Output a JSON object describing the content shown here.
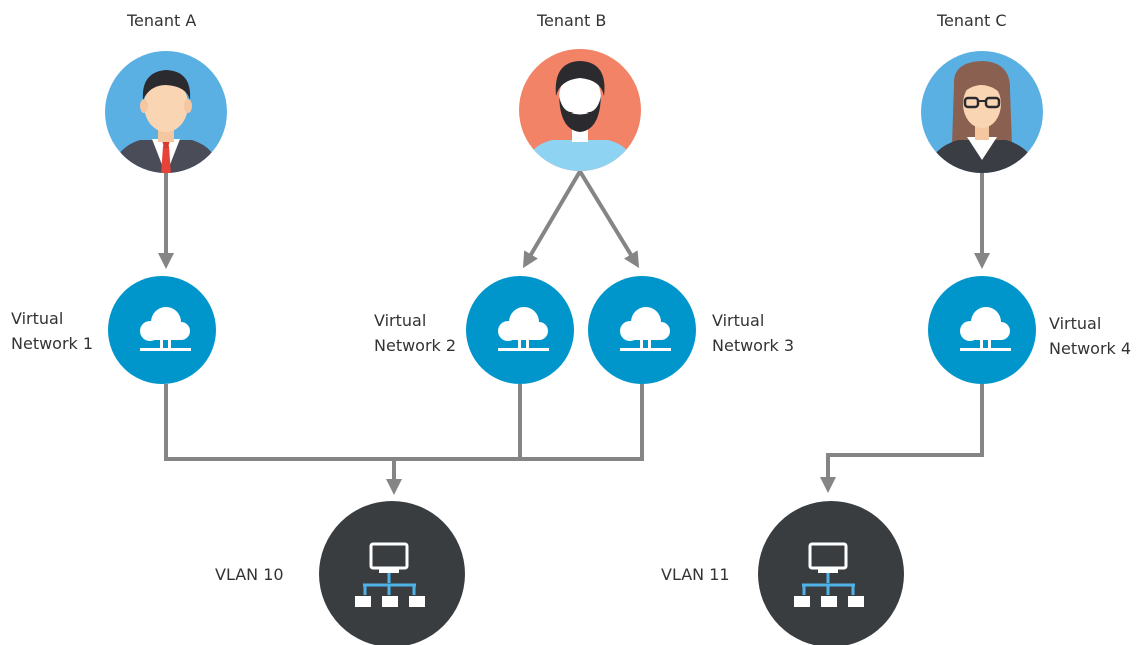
{
  "tenants": [
    {
      "id": "a",
      "label": "Tenant A"
    },
    {
      "id": "b",
      "label": "Tenant B"
    },
    {
      "id": "c",
      "label": "Tenant C"
    }
  ],
  "networks": [
    {
      "id": "1",
      "line1": "Virtual",
      "line2": "Network 1"
    },
    {
      "id": "2",
      "line1": "Virtual",
      "line2": "Network 2"
    },
    {
      "id": "3",
      "line1": "Virtual",
      "line2": "Network 3"
    },
    {
      "id": "4",
      "line1": "Virtual",
      "line2": "Network 4"
    }
  ],
  "vlans": [
    {
      "id": "10",
      "label": "VLAN 10"
    },
    {
      "id": "11",
      "label": "VLAN 11"
    }
  ],
  "colors": {
    "connector": "#858585",
    "network_circle": "#0096cc",
    "vlan_circle": "#3a3d40",
    "tenant_a_bg": "#5aafe3",
    "tenant_b_bg": "#f28366",
    "tenant_c_bg": "#5aafe3"
  }
}
